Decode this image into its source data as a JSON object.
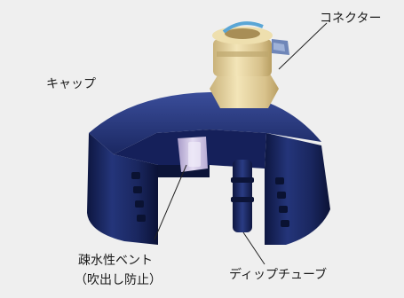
{
  "labels": {
    "cap": "キャップ",
    "connector": "コネクター",
    "vent_line1": "疎水性ベント",
    "vent_line2": "（吹出し防止）",
    "dip_tube": "ディップチューブ"
  },
  "colors": {
    "background": "#efefef",
    "cap_body": "#1f2c63",
    "cap_dark": "#0e1640",
    "connector": "#e8d6a0",
    "vent": "#cfc6e0",
    "leader_line": "#222222"
  }
}
